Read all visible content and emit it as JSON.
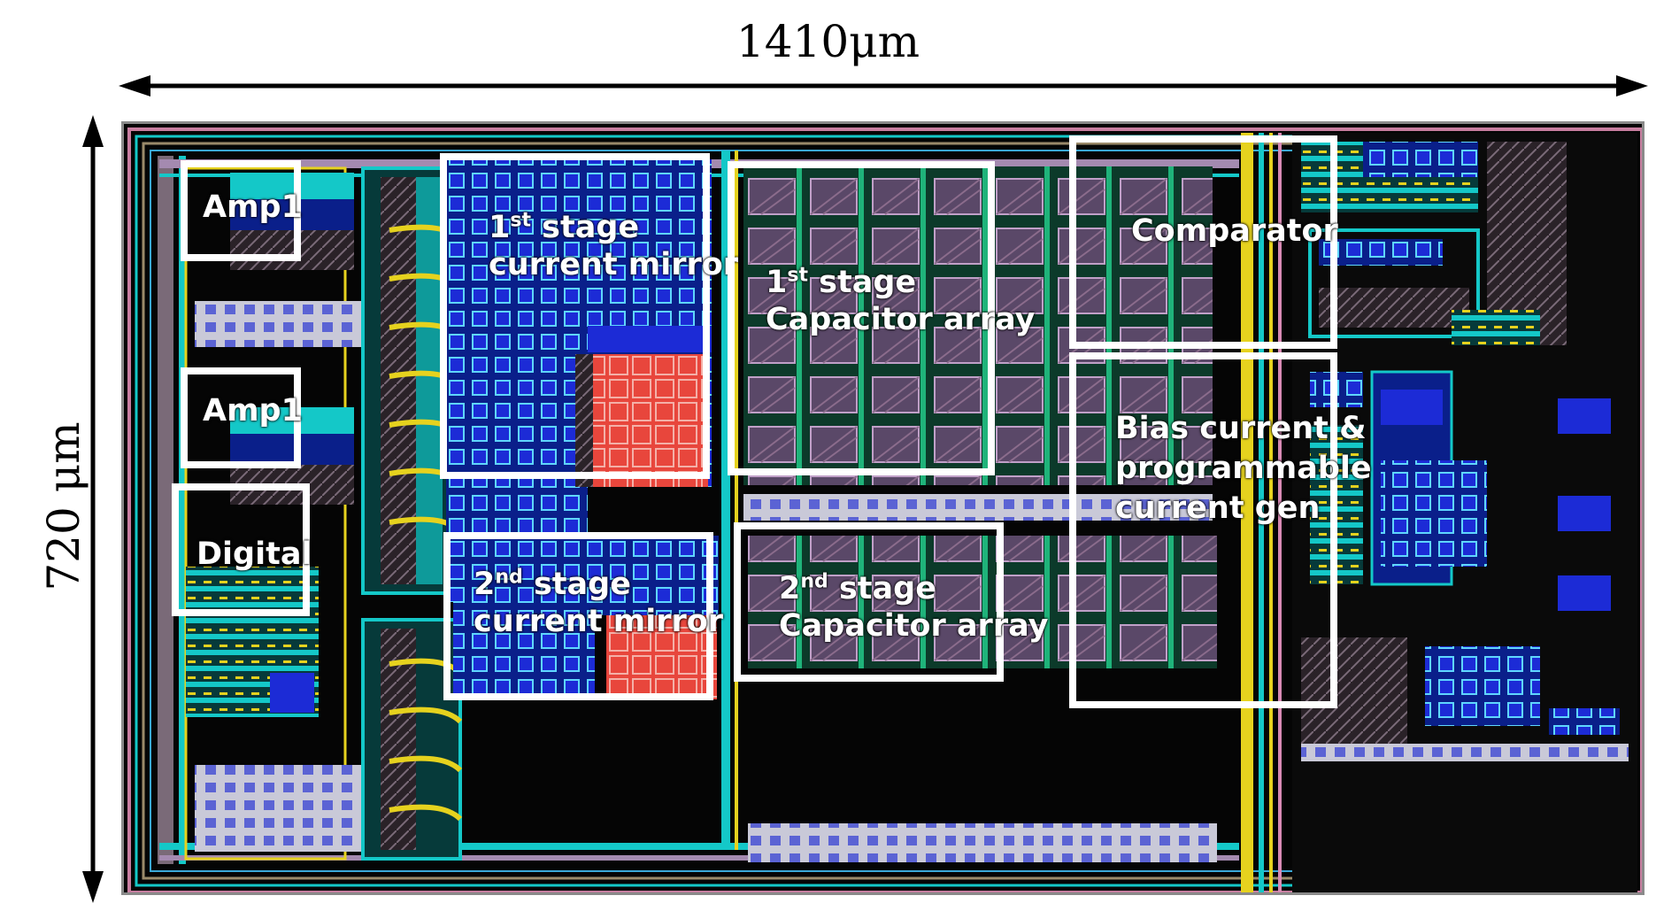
{
  "dimensions": {
    "width": "1410μm",
    "height": "720 μm"
  },
  "blocks": {
    "amp1_top": "Amp1",
    "amp1_bottom": "Amp1",
    "digital": "Digital",
    "stage1_mirror": {
      "ord": "1",
      "sup": "st",
      "line1": " stage",
      "line2": "current mirror"
    },
    "stage1_cap": {
      "ord": "1",
      "sup": "st",
      "line1": " stage",
      "line2": "Capacitor array"
    },
    "stage2_mirror": {
      "ord": "2",
      "sup": "nd",
      "line1": " stage",
      "line2": "current mirror"
    },
    "stage2_cap": {
      "ord": "2",
      "sup": "nd",
      "line1": " stage",
      "line2": "Capacitor array"
    },
    "comparator": "Comparator",
    "bias": {
      "line1": "Bias current &",
      "line2": "programmable",
      "line3": "current gen"
    }
  },
  "colors": {
    "die_background": "#050505",
    "metal_blue": "#1c2bd6",
    "metal_cyan": "#14c8c8",
    "metal_yellow": "#e6d21e",
    "poly_red": "#e8463c",
    "cap_purple": "#5a4868",
    "outline_white": "#ffffff"
  }
}
